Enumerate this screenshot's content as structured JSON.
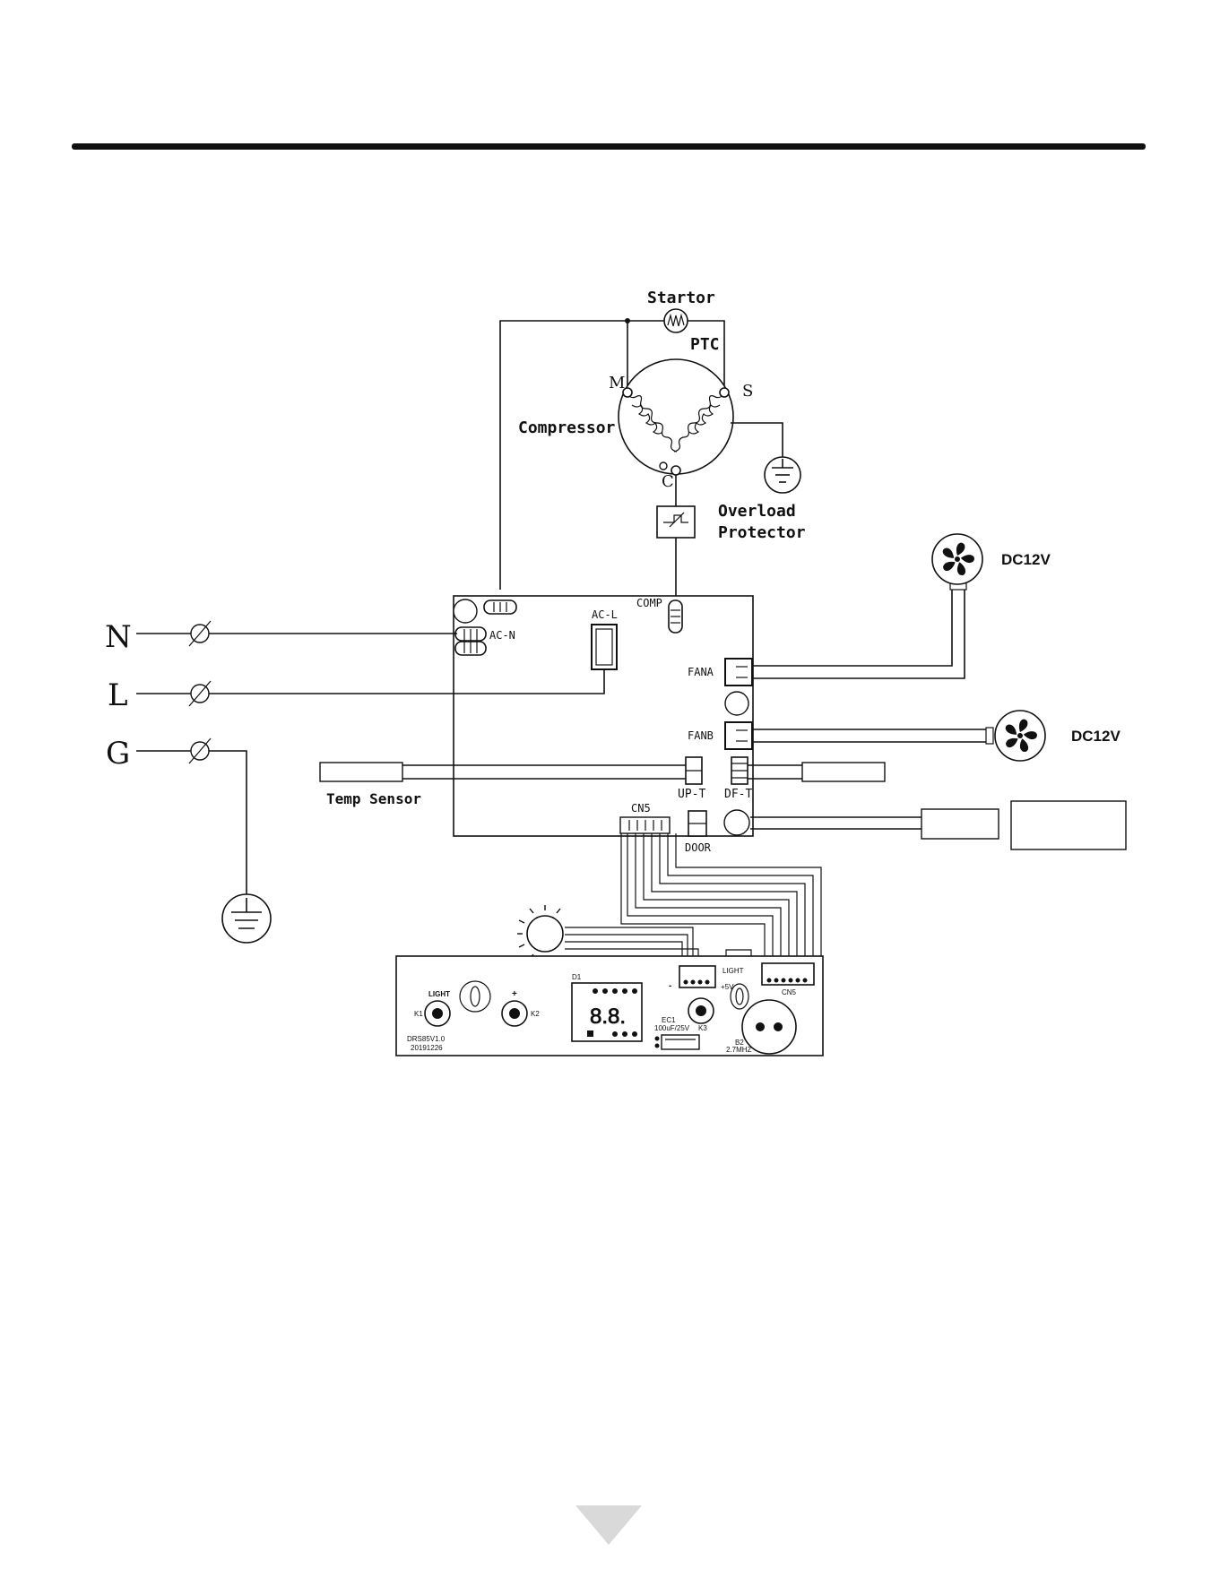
{
  "labels": {
    "startor": "Startor",
    "ptc": "PTC",
    "terminal_m": "M",
    "terminal_s": "S",
    "terminal_c": "C",
    "compressor": "Compressor",
    "overload_line1": "Overload",
    "overload_line2": "Protector",
    "dc12v_a": "DC12V",
    "dc12v_b": "DC12V",
    "comp": "COMP",
    "ac_l": "AC-L",
    "ac_n": "AC-N",
    "fana": "FANA",
    "fanb": "FANB",
    "up_t": "UP-T",
    "df_t": "DF-T",
    "cn5": "CN5",
    "door": "DOOR",
    "temp_sensor": "Temp Sensor",
    "line_n": "N",
    "line_l": "L",
    "line_g": "G"
  },
  "display_board": {
    "light_label": "LIGHT",
    "k1": "K1",
    "k2": "K2",
    "plus": "+",
    "minus": "-",
    "d1": "D1",
    "digits": "8.8.",
    "light_conn": "LIGHT",
    "plus5v": "+5V",
    "cn5": "CN5",
    "model": "DRS85V1.0",
    "date": "20191226",
    "ec1": "EC1",
    "ec1_spec": "100uF/25V",
    "k3": "K3",
    "b2": "B2",
    "b2_spec": "2.7MHZ"
  }
}
